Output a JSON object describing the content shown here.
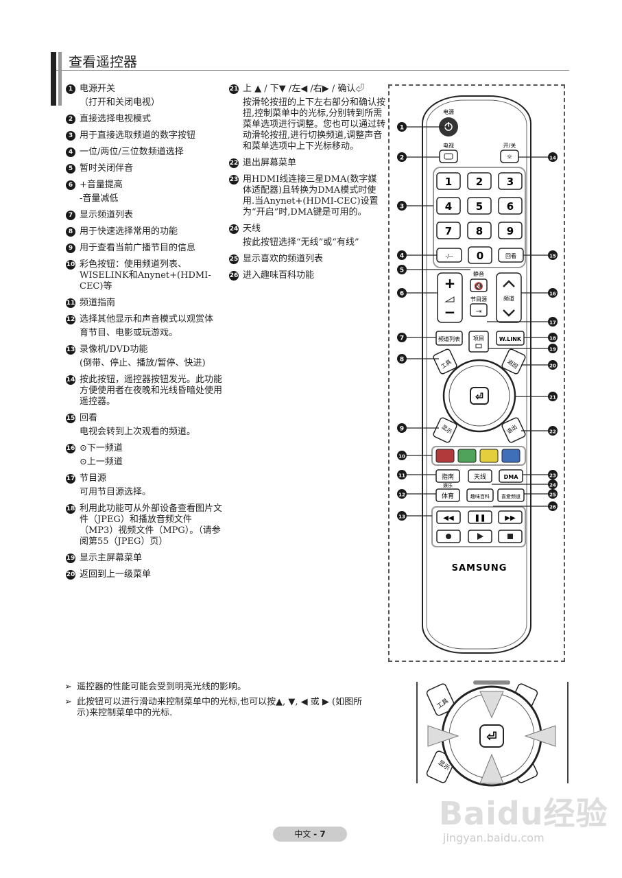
{
  "title": "查看遥控器",
  "left_items": [
    {
      "num": "1",
      "text": "电源开关",
      "sub": "（打开和关闭电视）"
    },
    {
      "num": "2",
      "text": "直接选择电视模式",
      "sub": ""
    },
    {
      "num": "3",
      "text": "用于直接选取频道的数字按钮",
      "sub": ""
    },
    {
      "num": "4",
      "text": "一位/两位/三位数频道选择",
      "sub": ""
    },
    {
      "num": "5",
      "text": "暂时关闭伴音",
      "sub": ""
    },
    {
      "num": "6",
      "text": "+音量提高",
      "sub": "-音量减低"
    },
    {
      "num": "7",
      "text": "显示频道列表",
      "sub": ""
    },
    {
      "num": "8",
      "text": "用于快速选择常用的功能",
      "sub": ""
    },
    {
      "num": "9",
      "text": "用于查看当前广播节目的信息",
      "sub": ""
    },
    {
      "num": "10",
      "text": "彩色按钮：使用频道列表、WISELINK和Anynet+(HDMI-CEC)等",
      "sub": ""
    },
    {
      "num": "11",
      "text": "频道指南",
      "sub": ""
    },
    {
      "num": "12",
      "text": "选择其他显示和声音模式以观赏体",
      "sub": "育节目、电影或玩游戏。"
    },
    {
      "num": "13",
      "text": "录像机/DVD功能",
      "sub": "(倒带、停止、播放/暂停、快进)"
    },
    {
      "num": "14",
      "text": "按此按钮，遥控器按钮发光。此功能方便使用者在夜晚和光线昏暗处使用遥控器。",
      "sub": ""
    },
    {
      "num": "15",
      "text": "回看",
      "sub": "电视会转到上次观看的频道。"
    },
    {
      "num": "16",
      "text": "⊙下一频道",
      "sub": "⊙上一频道"
    },
    {
      "num": "17",
      "text": "节目源",
      "sub": "可用节目源选择。"
    },
    {
      "num": "18",
      "text": "利用此功能可从外部设备查看图片文件（JPEG）和播放音频文件（MP3）视频文件（MPG）。（请参阅第55（JPEG）页）",
      "sub": ""
    },
    {
      "num": "19",
      "text": "显示主屏幕菜单",
      "sub": ""
    },
    {
      "num": "20",
      "text": "返回到上一级菜单",
      "sub": ""
    }
  ],
  "right_items": [
    {
      "num": "21",
      "text": "上 ▲ / 下▼ /左◀ /右▶ / 确认⏎",
      "sub": "按滑轮按扭的上下左右部分和确认按扭,控制菜单中的光标,分别转到所需菜单选项进行调整。您也可以通过转动滑轮按扭,进行切换频道,调整声音和菜单选项中上下光标移动。"
    },
    {
      "num": "22",
      "text": "退出屏幕菜单",
      "sub": ""
    },
    {
      "num": "23",
      "text": "用HDMI线连接三星DMA(数字媒体适配器)且转换为DMA模式时使用.当Anynet+(HDMI-CEC)设置为“开启”时,DMA键是可用的。",
      "sub": ""
    },
    {
      "num": "24",
      "text": "天线",
      "sub": "按此按钮选择“无线”或“有线”"
    },
    {
      "num": "25",
      "text": "显示喜欢的频道列表",
      "sub": ""
    },
    {
      "num": "26",
      "text": "进入趣味百科功能",
      "sub": ""
    }
  ],
  "remote": {
    "power_label": "电源",
    "tv_label": "电视",
    "onoff_label": "开/关",
    "digits": [
      "1",
      "2",
      "3",
      "4",
      "5",
      "6",
      "7",
      "8",
      "9"
    ],
    "zero": "0",
    "dash": "-/--",
    "prech": "回看",
    "mute_label": "静音",
    "source_label": "节目源",
    "channel_label": "频道",
    "chlist": "频道列表",
    "menu": "项目",
    "wlink": "W.LINK",
    "tools": "工具",
    "return": "返回",
    "info": "显示",
    "exit": "退出",
    "guide": "指南",
    "antenna": "天线",
    "dma": "DMA",
    "sport_top": "娱乐",
    "sport": "体育",
    "wiselink2": "趣味百科",
    "fav": "喜爱频道",
    "brand": "SAMSUNG",
    "color_buttons": [
      "#b33a3a",
      "#4fa35a",
      "#e3cf3c",
      "#3f6fb8"
    ],
    "callouts_left": [
      "1",
      "2",
      "3",
      "4",
      "5",
      "6",
      "7",
      "8",
      "9",
      "10",
      "11",
      "12",
      "13"
    ],
    "callouts_right": [
      "14",
      "15",
      "16",
      "17",
      "18",
      "19",
      "20",
      "21",
      "22",
      "23",
      "24",
      "25",
      "26"
    ]
  },
  "notes": [
    "遥控器的性能可能会受到明亮光线的影响。",
    "此按钮可以进行滑动来控制菜单中的光标,也可以按▲, ▼, ◀ 或 ▶ (如图所示)来控制菜单中的光标."
  ],
  "note_marker": "➢",
  "footer": {
    "lang": "中文",
    "page": "- 7"
  },
  "watermark": {
    "brand": "Baidu经验",
    "url": "jingyan.baidu.com"
  }
}
